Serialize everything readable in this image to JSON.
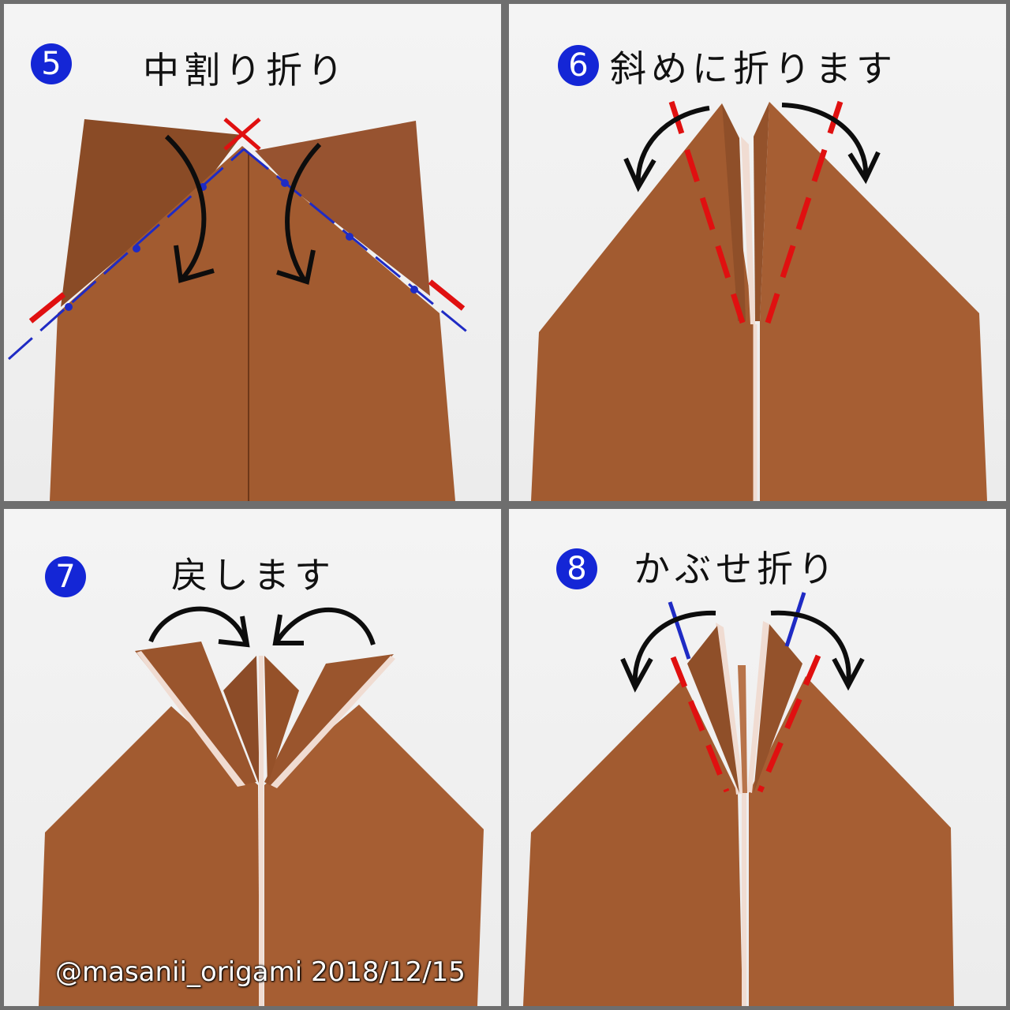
{
  "steps": [
    {
      "number": "5",
      "title": "中割り折り"
    },
    {
      "number": "6",
      "title": "斜めに折ります"
    },
    {
      "number": "7",
      "title": "戻します"
    },
    {
      "number": "8",
      "title": "かぶせ折り"
    }
  ],
  "watermark": "@masanii_origami 2018/12/15",
  "colors": {
    "paper": "#a0592e",
    "paper_dark": "#7e4322",
    "paper_back": "#f3e3dc",
    "badge": "#1426d6",
    "valley_line": "#1f2bc4",
    "mountain_line": "#e01010",
    "arrow": "#0d0d0d",
    "background": "#efefef"
  }
}
